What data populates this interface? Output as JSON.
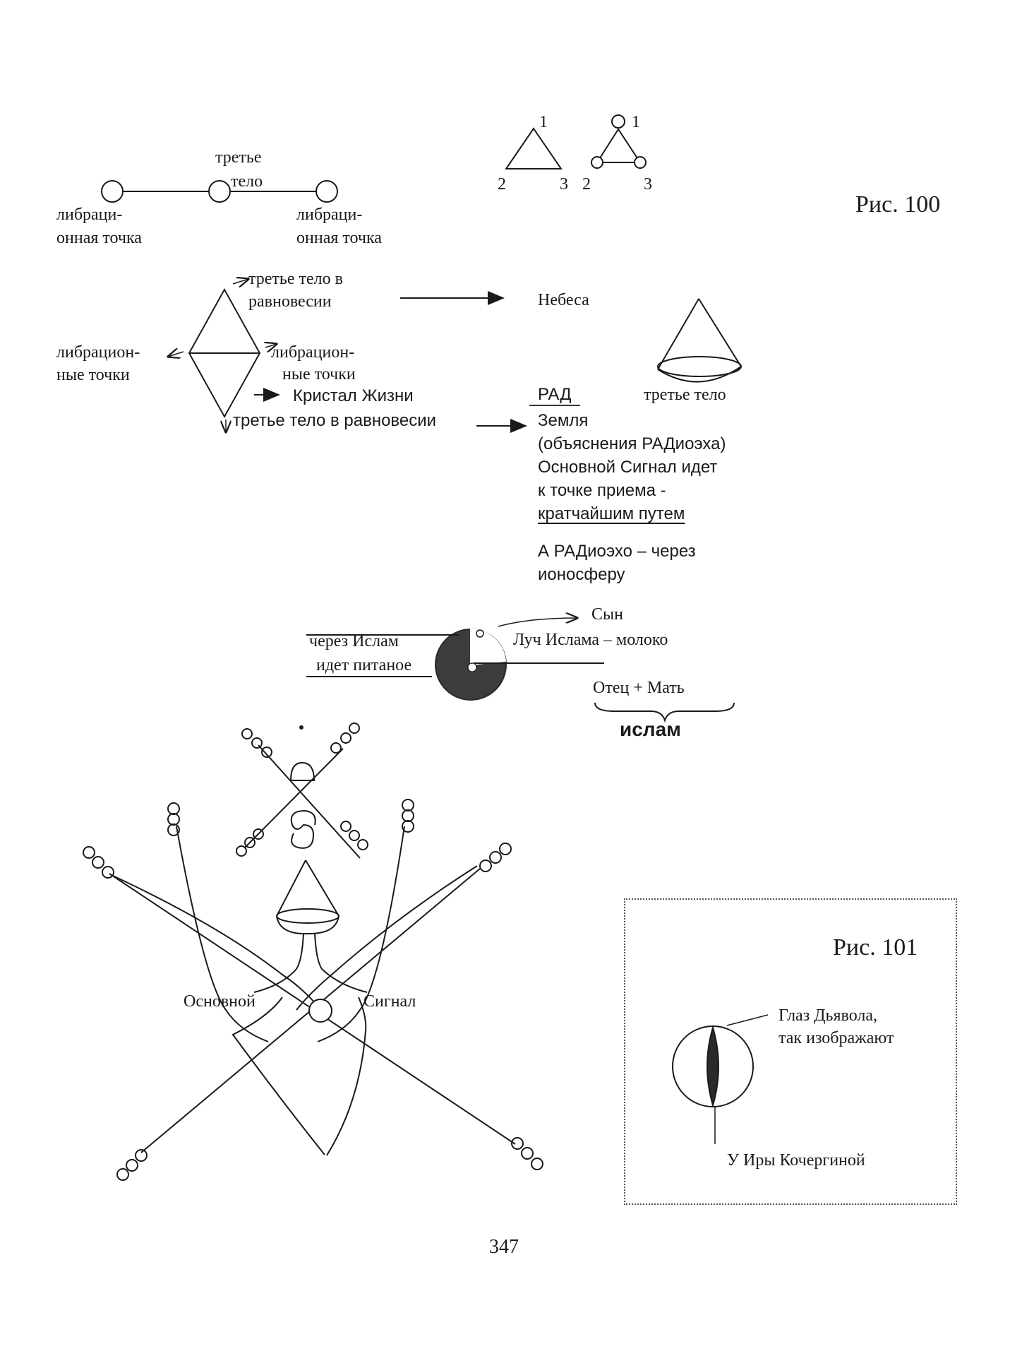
{
  "fig100": {
    "caption": "Рис. 100",
    "chain": {
      "middle_label_1": "третье",
      "middle_label_2": "тело",
      "left_label_1": "либраци-",
      "left_label_2": "онная точка",
      "right_label_1": "либраци-",
      "right_label_2": "онная точка"
    },
    "triangles": {
      "plain": {
        "top": "1",
        "left": "2",
        "right": "3"
      },
      "circled": {
        "top": "1",
        "left": "2",
        "right": "3"
      }
    },
    "rhombus": {
      "top_label_1": "третье тело в",
      "top_label_2": "равновесии",
      "left_label_1": "либрацион-",
      "left_label_2": "ные точки",
      "right_label_1": "либрацион-",
      "right_label_2": "ные точки",
      "crystal": "Кристал Жизни",
      "bottom_label": "третье тело в равновесии"
    },
    "heaven": "Небеса",
    "cone_label": "третье тело",
    "rad": {
      "title": "РАД",
      "lines": [
        "Земля",
        "(объяснения РАДиоэха)",
        "Основной Сигнал идет",
        "к точке приема -",
        "кратчайшим путем"
      ],
      "echo_1": "А РАДиоэхо – через",
      "echo_2": "ионосферу"
    },
    "islam": {
      "left_1": "через Ислам",
      "left_2": "идет питаное",
      "son": "Сын",
      "ray": "Луч Ислама – молоко",
      "parents": "Отец + Мать",
      "brace_label": "ислам"
    },
    "signal": {
      "left": "Основной",
      "right": "Сигнал"
    }
  },
  "fig101": {
    "caption": "Рис. 101",
    "eye_label_1": "Глаз Дьявола,",
    "eye_label_2": "так изображают",
    "bottom_label": "У Иры Кочергиной"
  },
  "page_number": "347"
}
